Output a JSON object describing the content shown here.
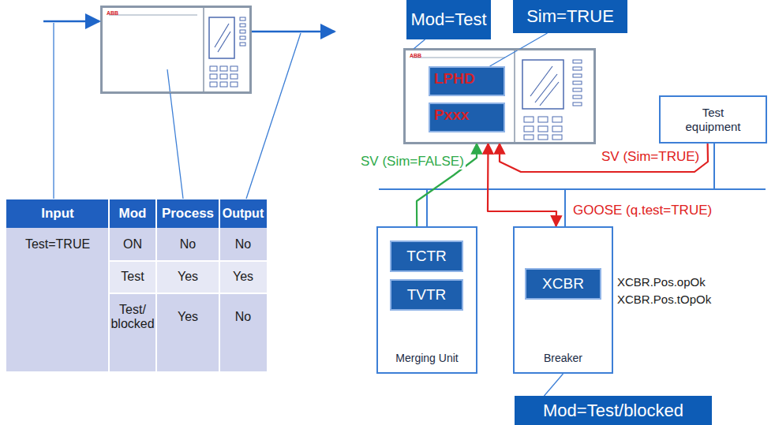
{
  "diagram": {
    "nodes": [
      {
        "text": [
          "ABB"
        ]
      },
      {
        "text": [
          "Mod=Test"
        ]
      },
      {
        "text": [
          "Sim=TRUE"
        ]
      },
      {
        "text": [
          "ABB"
        ]
      },
      {
        "text": [
          "LPHD"
        ],
        "in": 3
      },
      {
        "text": [
          "Pxxx"
        ],
        "in": 3
      },
      {
        "text": [
          "Test equipment"
        ]
      },
      {
        "text": [
          "Merging Unit"
        ]
      },
      {
        "text": [
          "TCTR"
        ],
        "in": 7
      },
      {
        "text": [
          "TVTR"
        ],
        "in": 7
      },
      {
        "text": [
          "Breaker"
        ]
      },
      {
        "text": [
          "XCBR"
        ],
        "in": 10
      },
      {
        "text": [
          "Mod=Test/blocked"
        ]
      }
    ],
    "edges": [
      {
        "from": 1,
        "to": 3,
        "arrow": "none"
      },
      {
        "from": 2,
        "to": 4,
        "arrow": "none"
      },
      {
        "from": 7,
        "to": 3,
        "label": "SV (Sim=FALSE)",
        "arrow": "to"
      },
      {
        "from": 6,
        "to": 3,
        "label": "SV (Sim=TRUE)",
        "arrow": "to"
      },
      {
        "from": 3,
        "to": 10,
        "label": "GOOSE (q.test=TRUE)",
        "arrow": "both"
      },
      {
        "from": 12,
        "to": 10,
        "arrow": "none"
      }
    ],
    "labels": [
      "Input",
      "Mod",
      "Process",
      "Output",
      "Test=TRUE",
      "ON",
      "No",
      "No",
      "Test",
      "Yes",
      "Yes",
      "Test/ blocked",
      "Yes",
      "No",
      "XCBR.Pos.opOk",
      "XCBR.Pos.tOpOk"
    ]
  }
}
